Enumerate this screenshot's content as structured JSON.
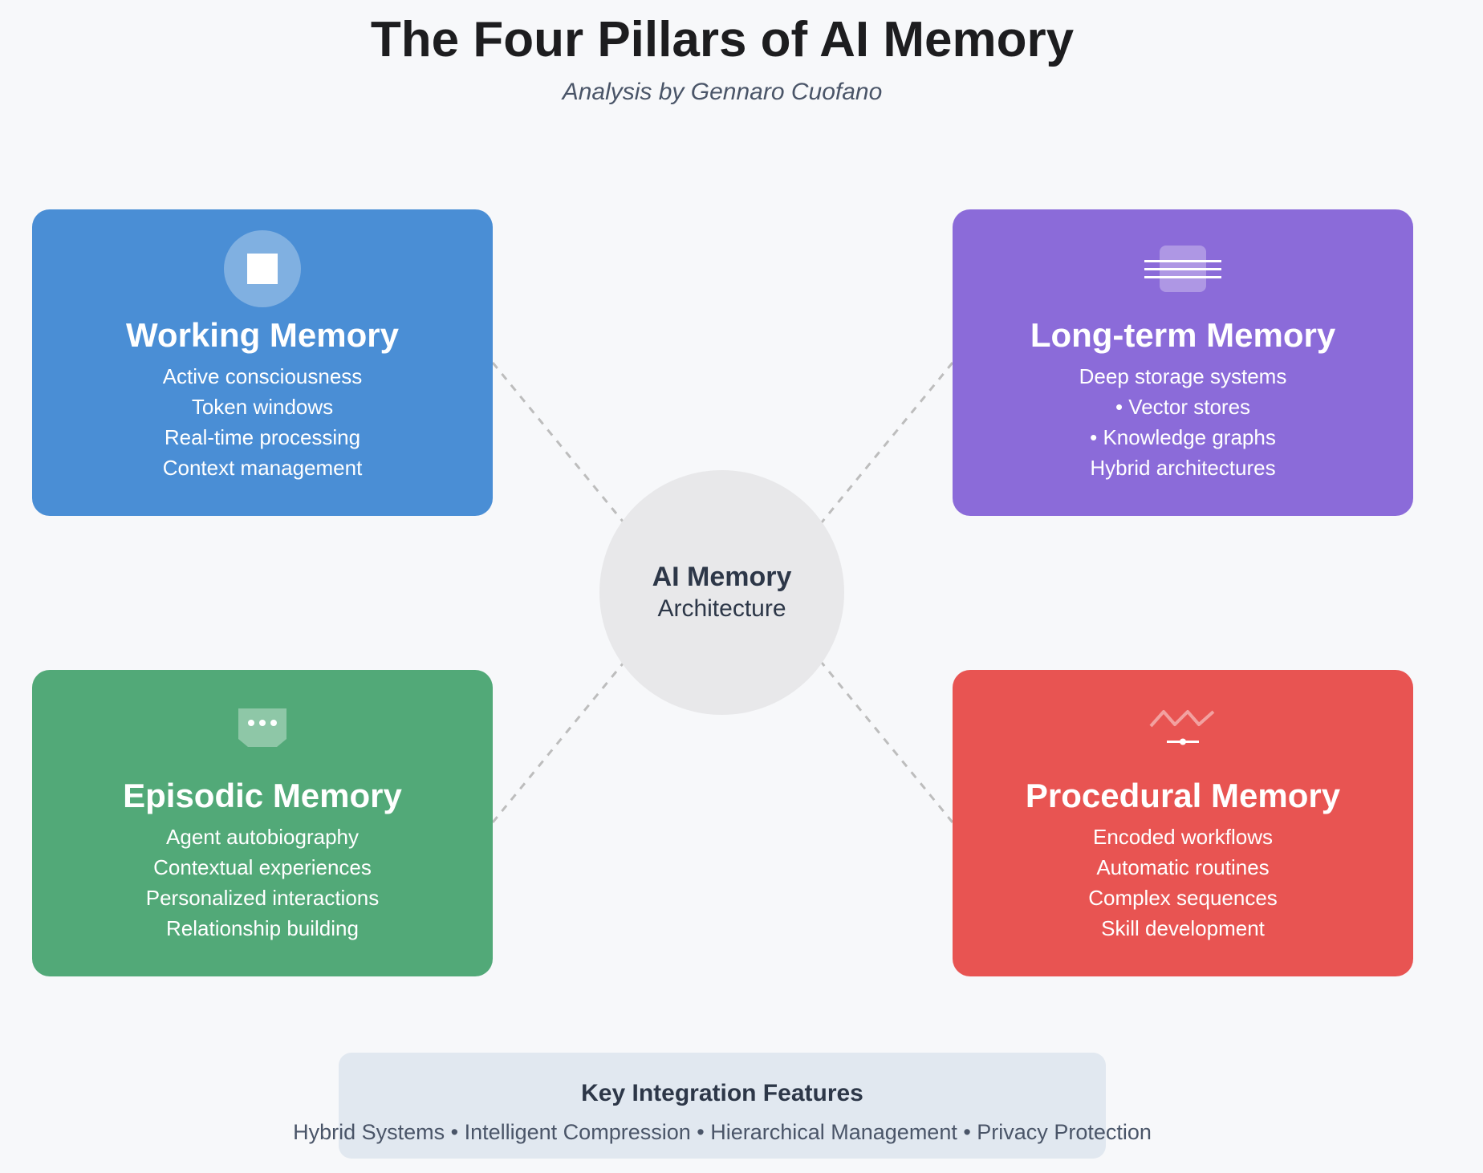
{
  "header": {
    "title": "The Four Pillars of AI Memory",
    "subtitle": "Analysis by Gennaro Cuofano"
  },
  "center": {
    "line1": "AI Memory",
    "line2": "Architecture",
    "color": "#e8e8ea"
  },
  "cards": {
    "working": {
      "title": "Working Memory",
      "icon": "square-icon",
      "color": "#4a8ed5",
      "items": [
        "Active consciousness",
        "Token windows",
        "Real-time processing",
        "Context management"
      ]
    },
    "longterm": {
      "title": "Long-term Memory",
      "icon": "layers-icon",
      "color": "#8b6bd9",
      "items": [
        "Deep storage systems",
        "• Vector stores",
        "• Knowledge graphs",
        "Hybrid architectures"
      ]
    },
    "episodic": {
      "title": "Episodic Memory",
      "icon": "chat-bubble-icon",
      "color": "#52a978",
      "items": [
        "Agent autobiography",
        "Contextual experiences",
        "Personalized interactions",
        "Relationship building"
      ]
    },
    "procedural": {
      "title": "Procedural Memory",
      "icon": "zigzag-icon",
      "color": "#e85452",
      "items": [
        "Encoded workflows",
        "Automatic routines",
        "Complex sequences",
        "Skill development"
      ]
    }
  },
  "footer": {
    "title": "Key Integration Features",
    "features": "Hybrid Systems • Intelligent Compression • Hierarchical Management • Privacy Protection"
  }
}
